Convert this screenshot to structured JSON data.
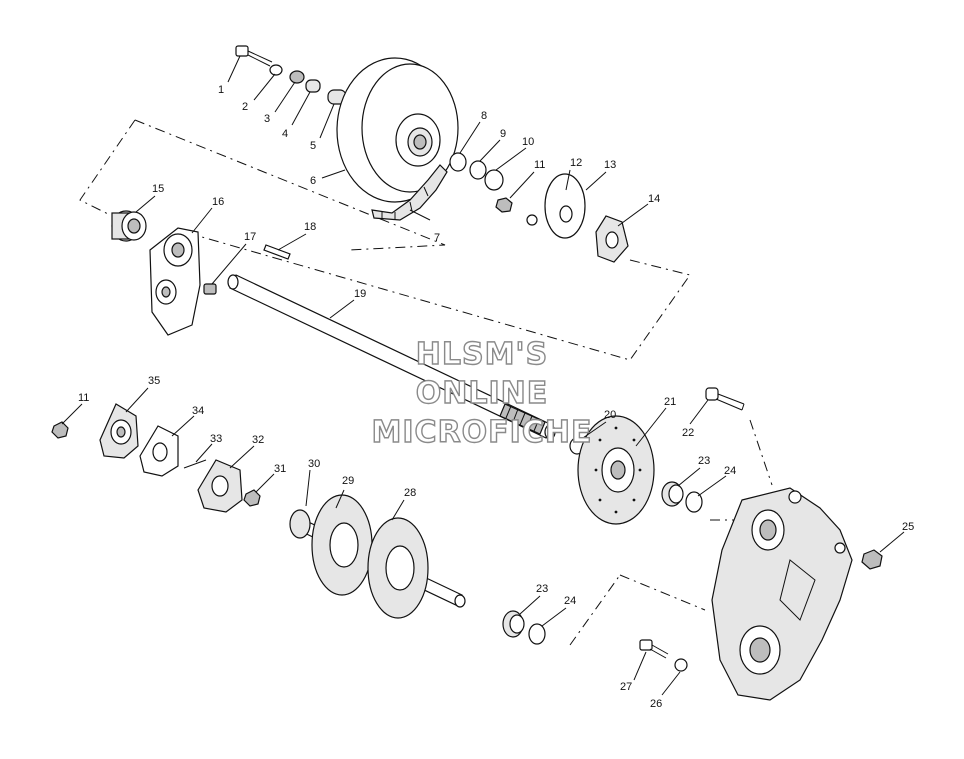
{
  "watermark": {
    "line1": "HLSM'S",
    "line2": "ONLINE",
    "line3": "MICROFICHE"
  },
  "callouts": [
    "1",
    "2",
    "3",
    "4",
    "5",
    "6",
    "7",
    "8",
    "9",
    "10",
    "11",
    "12",
    "13",
    "14",
    "15",
    "16",
    "17",
    "18",
    "19",
    "20",
    "21",
    "22",
    "23",
    "24",
    "25",
    "26",
    "27",
    "28",
    "29",
    "30",
    "31",
    "32",
    "33",
    "34",
    "35",
    "11",
    "23",
    "24"
  ],
  "colors": {
    "ink": "#111111",
    "watermark_outline": "#8a8a8a",
    "fill_light": "#e6e6e6",
    "fill_mid": "#bdbdbd"
  }
}
